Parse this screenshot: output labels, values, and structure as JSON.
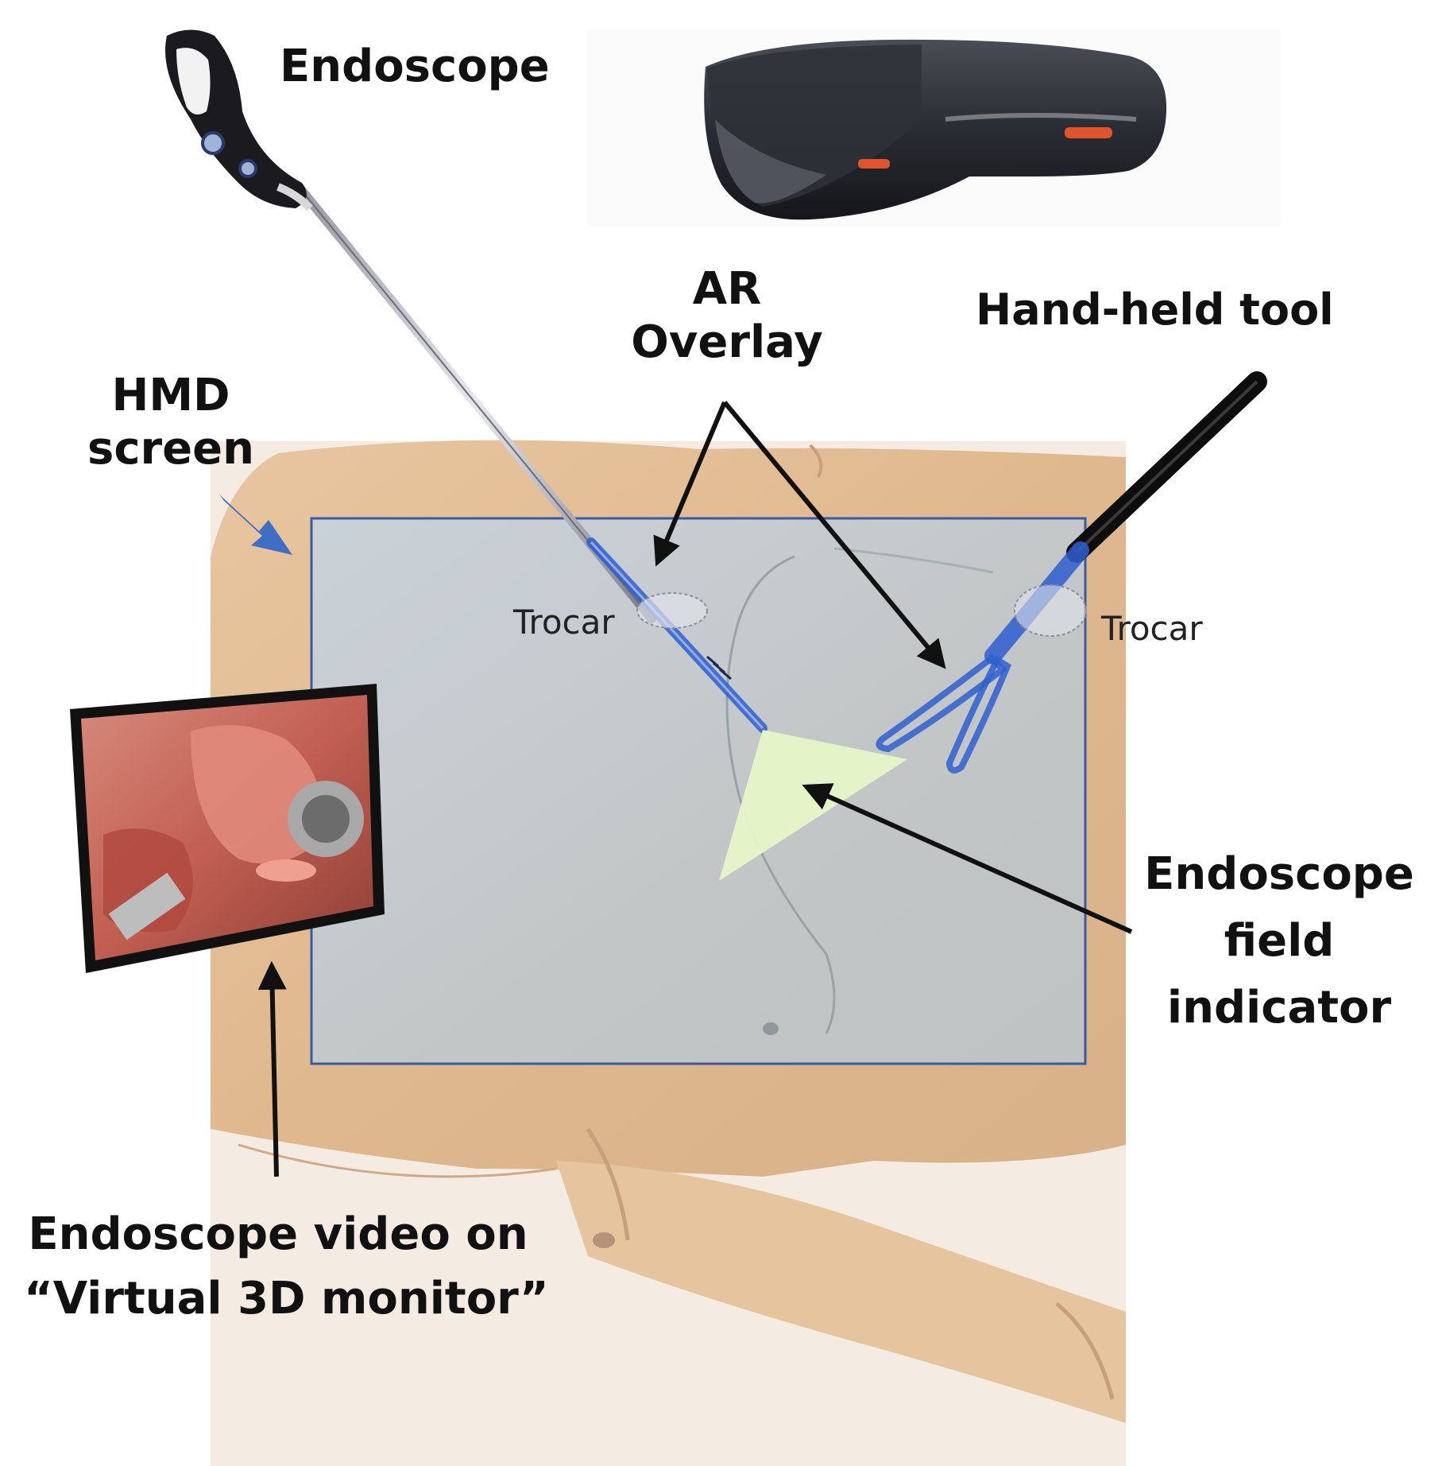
{
  "labels": {
    "endoscope": "Endoscope",
    "ar_overlay": [
      "AR",
      "Overlay"
    ],
    "hand_held_tool": "Hand-held tool",
    "hmd_screen": [
      "HMD",
      "screen"
    ],
    "trocar_left": "Trocar",
    "trocar_right": "Trocar",
    "endoscope_field_indicator": [
      "Endoscope",
      "field",
      "indicator"
    ],
    "endoscope_video": [
      "Endoscope video on",
      "“Virtual 3D monitor”"
    ]
  },
  "colors": {
    "hmd_frame": "#3a5aa0",
    "hmd_arrow": "#3f6fc4",
    "overlay_blue": "#2f5fd0",
    "field_indicator": "#e6f7c8",
    "mannequin": "#e3bf98",
    "screen_tint": "#c4d4e2",
    "arrows": "#111111",
    "video_tissue": "#c86a5c"
  },
  "icons": {
    "headset": "ar-headset-icon",
    "endoscope_handle": "endoscope-handle-icon"
  }
}
